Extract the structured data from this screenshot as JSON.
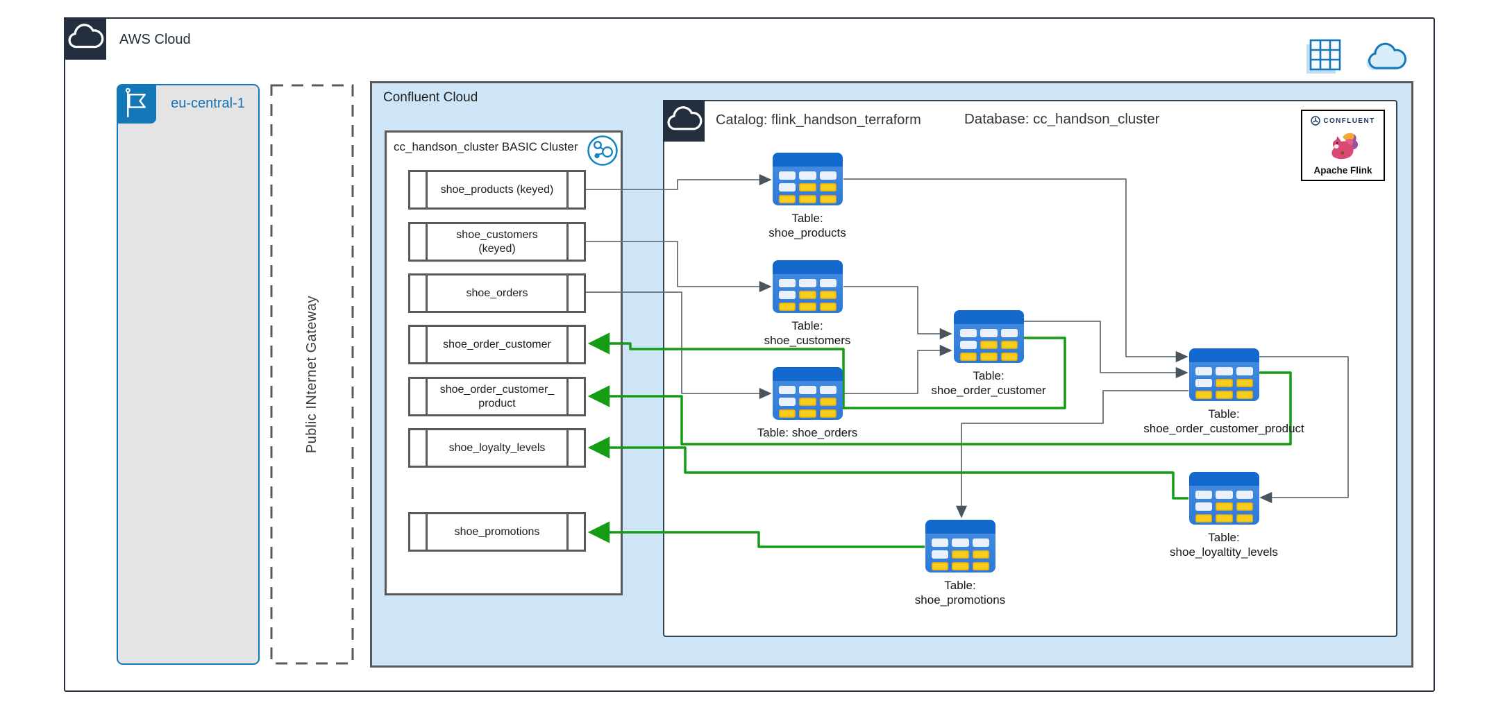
{
  "aws": {
    "label": "AWS Cloud"
  },
  "region": {
    "label": "eu-central-1"
  },
  "gateway": {
    "label": "Public INternet Gateway"
  },
  "confluent": {
    "label": "Confluent Cloud"
  },
  "cluster": {
    "title": "cc_handson_cluster BASIC Cluster",
    "topics": [
      "shoe_products (keyed)",
      "shoe_customers\n(keyed)",
      "shoe_orders",
      "shoe_order_customer",
      "shoe_order_customer_\nproduct",
      "shoe_loyalty_levels",
      "shoe_promotions"
    ]
  },
  "flink": {
    "catalog": "Catalog: flink_handson_terraform",
    "database": "Database: cc_handson_cluster",
    "tables": [
      {
        "line1": "Table:",
        "line2": "shoe_products"
      },
      {
        "line1": "Table:",
        "line2": "shoe_customers"
      },
      {
        "line1": "Table: shoe_orders",
        "line2": ""
      },
      {
        "line1": "Table:",
        "line2": "shoe_order_customer"
      },
      {
        "line1": "Table:",
        "line2": "shoe_order_customer_product"
      },
      {
        "line1": "Table:",
        "line2": "shoe_loyaltity_levels"
      },
      {
        "line1": "Table:",
        "line2": "shoe_promotions"
      }
    ],
    "logo": {
      "brand": "CONFLUENT",
      "product": "Apache Flink"
    }
  },
  "icons": {
    "top_left": "aws-cloud-icon",
    "region": "region-flag-icon",
    "cluster": "kafka-cluster-icon",
    "flink_header": "cloud-icon",
    "top_right": [
      "table-grid-icon",
      "cloud-icon"
    ]
  },
  "colors": {
    "aws_dark": "#232F3E",
    "region_blue": "#1377B8",
    "confluent_bg": "#CDE5F6",
    "border_grey": "#595959",
    "wire_grey": "#66707A",
    "wire_green": "#149C14",
    "table_header_blue": "#1268CC",
    "table_body_blue": "#2B79D7",
    "cell_yellow": "#F8CE1C",
    "cell_light": "#EAF1FC"
  }
}
